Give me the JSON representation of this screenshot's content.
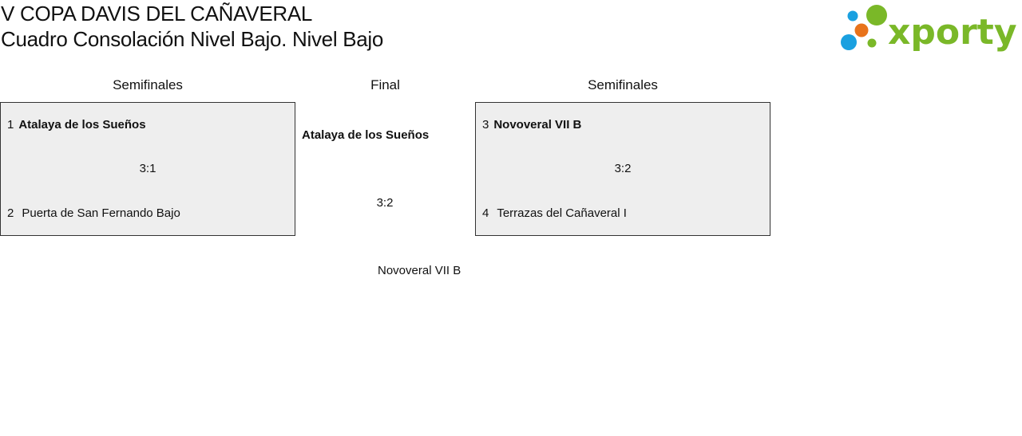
{
  "header": {
    "title": "V COPA DAVIS DEL CAÑAVERAL",
    "subtitle": "Cuadro Consolación Nivel Bajo. Nivel Bajo"
  },
  "logo": {
    "text": "xporty",
    "colors": {
      "green": "#7ab828",
      "orange": "#e8731b",
      "blue": "#1aa0e0"
    }
  },
  "rounds": {
    "left": "Semifinales",
    "center": "Final",
    "right": "Semifinales"
  },
  "semifinal_left": {
    "top_seed": "1",
    "top_team": "Atalaya de los Sueños",
    "bottom_seed": "2",
    "bottom_team": "Puerta de San Fernando Bajo",
    "score": "3:1"
  },
  "semifinal_right": {
    "top_seed": "3",
    "top_team": "Novoveral VII B",
    "bottom_seed": "4",
    "bottom_team": "Terrazas del Cañaveral I",
    "score": "3:2"
  },
  "final": {
    "winner": "Atalaya de los Sueños",
    "score": "3:2",
    "runner_up": "Novoveral VII B"
  },
  "colors": {
    "box_background": "#eeeeee",
    "box_border": "#333333"
  }
}
